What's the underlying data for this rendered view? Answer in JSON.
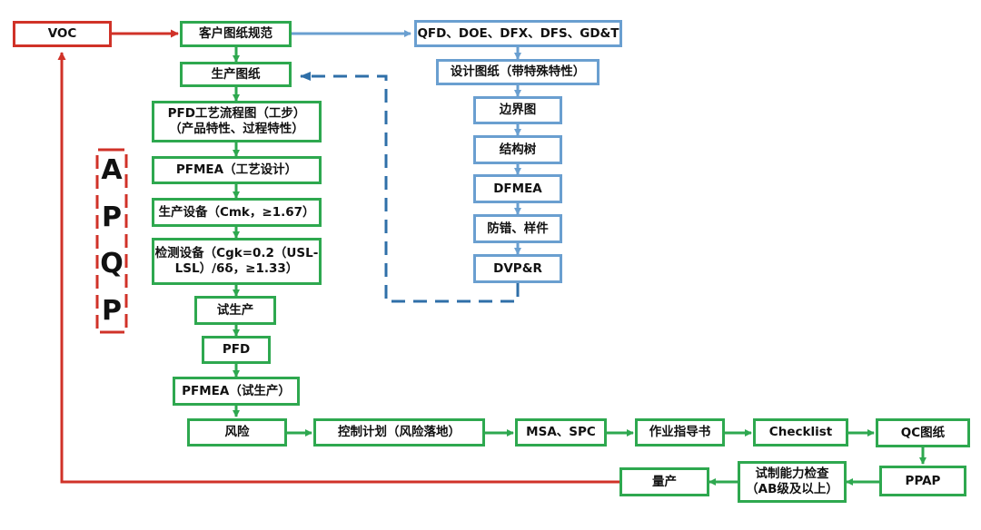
{
  "colors": {
    "green": "#2ea84f",
    "blue": "#6a9fd0",
    "red": "#d03228",
    "dashed_blue": "#2f6fa8"
  },
  "nodes": {
    "voc": "VOC",
    "customer_drawing": "客户图纸规范",
    "production_drawing": "生产图纸",
    "pfd_flowchart": "PFD工艺流程图（工步）\n（产品特性、过程特性）",
    "pfmea_design": "PFMEA（工艺设计）",
    "production_equipment": "生产设备（Cmk，≥1.67）",
    "inspection_equipment": "检测设备（Cgk=0.2（USL-\nLSL）/6δ，≥1.33）",
    "trial_production": "试生产",
    "pfd": "PFD",
    "pfmea_trial": "PFMEA（试生产）",
    "risk": "风险",
    "control_plan": "控制计划（风险落地）",
    "msa_spc": "MSA、SPC",
    "work_instruction": "作业指导书",
    "checklist": "Checklist",
    "qc_drawing": "QC图纸",
    "ppap": "PPAP",
    "capability_check": "试制能力检查\n（AB级及以上）",
    "mass_production": "量产",
    "qfd_tools": "QFD、DOE、DFX、DFS、GD&T",
    "design_drawing": "设计图纸（带特殊特性）",
    "boundary_diagram": "边界图",
    "structure_tree": "结构树",
    "dfmea": "DFMEA",
    "error_proofing": "防错、样件",
    "dvp_r": "DVP&R"
  },
  "apqp_letters": [
    "A",
    "P",
    "Q",
    "P"
  ]
}
